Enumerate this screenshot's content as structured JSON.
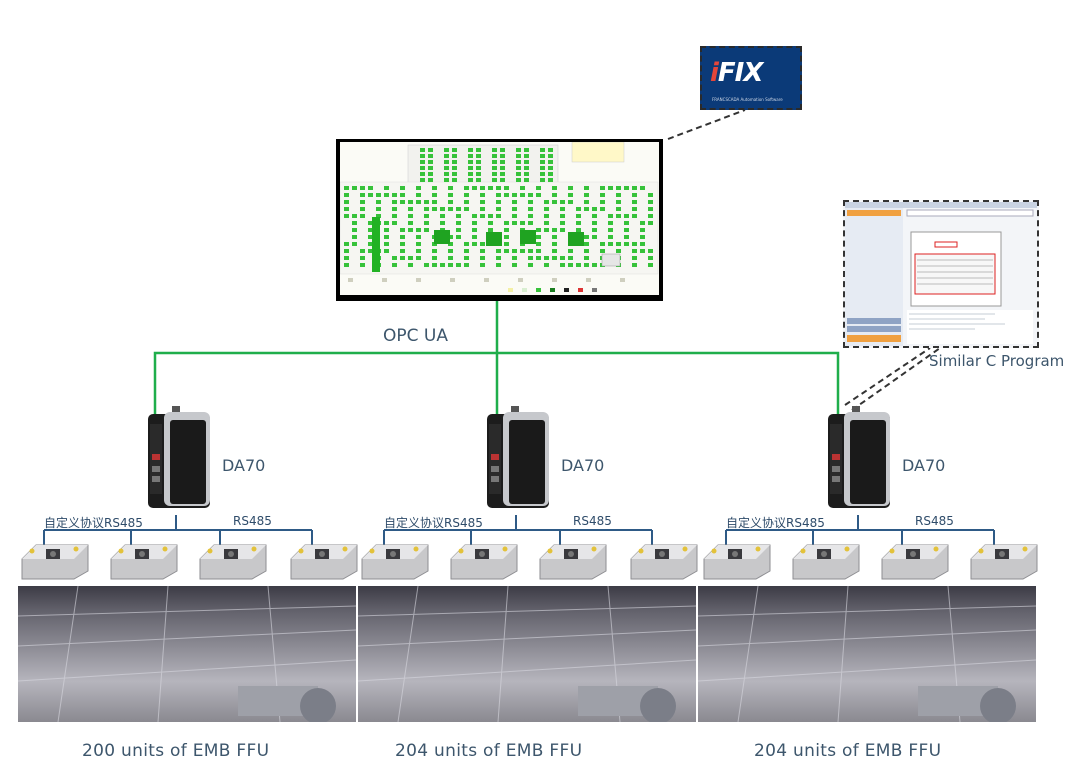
{
  "top": {
    "scada_logo": {
      "text": "iFIX",
      "tagline": "FRANCSCADA Automation Software"
    },
    "network_label": "OPC UA",
    "c_program_label": "Similar C Program"
  },
  "zones": [
    {
      "controller": "DA70",
      "proto_left": "自定义协议RS485",
      "proto_right": "RS485",
      "caption": "200 units of EMB FFU"
    },
    {
      "controller": "DA70",
      "proto_left": "自定义协议RS485",
      "proto_right": "RS485",
      "caption": "204 units of EMB FFU"
    },
    {
      "controller": "DA70",
      "proto_left": "自定义协议RS485",
      "proto_right": "RS485",
      "caption": "204 units of EMB FFU"
    }
  ],
  "colors": {
    "network_line": "#1fae4b",
    "bus_line": "#2e5a86",
    "scada_bg": "#0b3a78",
    "hmi_cell": "#36c23a",
    "label_text": "#3d566c"
  },
  "icons": [
    "ifix-logo-icon",
    "hmi-monitor-icon",
    "c-program-window-icon",
    "da70-controller-icon",
    "ffu-unit-icon",
    "cleanroom-photo"
  ]
}
